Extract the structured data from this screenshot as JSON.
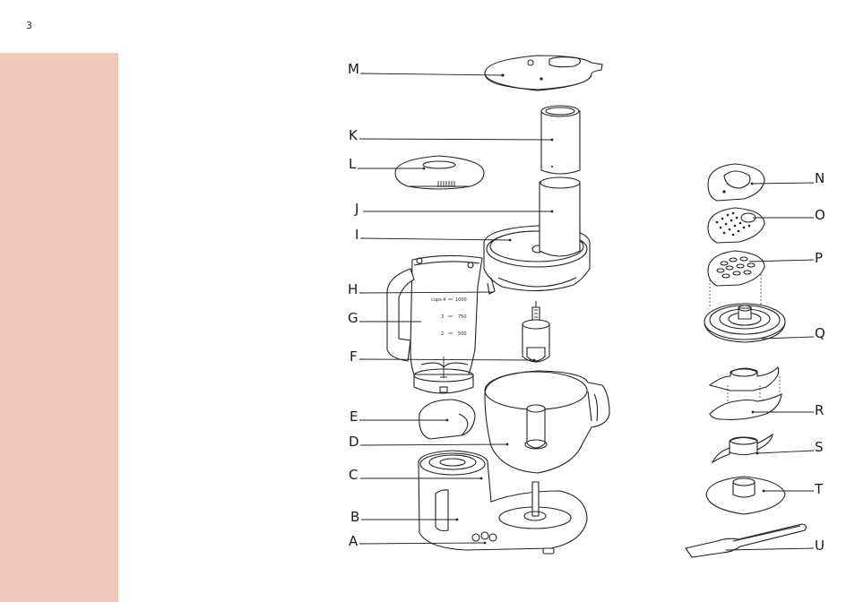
{
  "page_number": "3",
  "labels": {
    "A": "A",
    "B": "B",
    "C": "C",
    "D": "D",
    "E": "E",
    "F": "F",
    "G": "G",
    "H": "H",
    "I": "I",
    "J": "J",
    "K": "K",
    "L": "L",
    "M": "M",
    "N": "N",
    "O": "O",
    "P": "P",
    "Q": "Q",
    "R": "R",
    "S": "S",
    "T": "T",
    "U": "U"
  },
  "jug_markings": {
    "cups4": "cups 4",
    "ml1000": "1000",
    "cups3": "3",
    "ml750": "750",
    "cups2": "2",
    "ml500": "500"
  },
  "colors": {
    "sidebar": "#efc8b9",
    "line": "#222222"
  }
}
